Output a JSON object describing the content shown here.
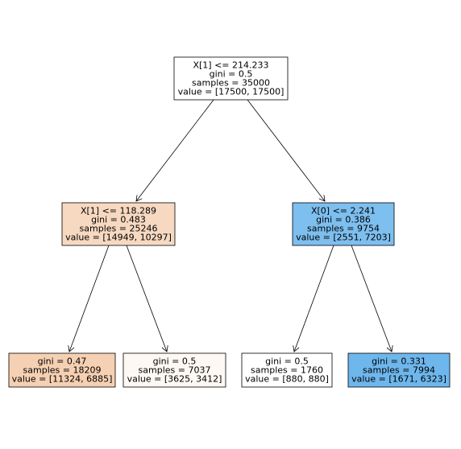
{
  "tree": {
    "nodes": [
      {
        "id": "root",
        "fill": "#ffffff",
        "lines": [
          "X[1] <= 214.233",
          "gini = 0.5",
          "samples = 35000",
          "value = [17500, 17500]"
        ]
      },
      {
        "id": "left",
        "fill": "#f7d9c1",
        "lines": [
          "X[1] <= 118.289",
          "gini = 0.483",
          "samples = 25246",
          "value = [14949, 10297]"
        ]
      },
      {
        "id": "right",
        "fill": "#7dbfef",
        "lines": [
          "X[0] <= 2.241",
          "gini = 0.386",
          "samples = 9754",
          "value = [2551, 7203]"
        ]
      },
      {
        "id": "left-left",
        "fill": "#f6d0b2",
        "lines": [
          "gini = 0.47",
          "samples = 18209",
          "value = [11324, 6885]"
        ]
      },
      {
        "id": "left-right",
        "fill": "#fdf8f4",
        "lines": [
          "gini = 0.5",
          "samples = 7037",
          "value = [3625, 3412]"
        ]
      },
      {
        "id": "right-left",
        "fill": "#ffffff",
        "lines": [
          "gini = 0.5",
          "samples = 1760",
          "value = [880, 880]"
        ]
      },
      {
        "id": "right-right",
        "fill": "#6eb7ec",
        "lines": [
          "gini = 0.331",
          "samples = 7994",
          "value = [1671, 6323]"
        ]
      }
    ],
    "edges": [
      {
        "from": "root",
        "to": "left"
      },
      {
        "from": "root",
        "to": "right"
      },
      {
        "from": "left",
        "to": "left-left"
      },
      {
        "from": "left",
        "to": "left-right"
      },
      {
        "from": "right",
        "to": "right-left"
      },
      {
        "from": "right",
        "to": "right-right"
      }
    ]
  }
}
